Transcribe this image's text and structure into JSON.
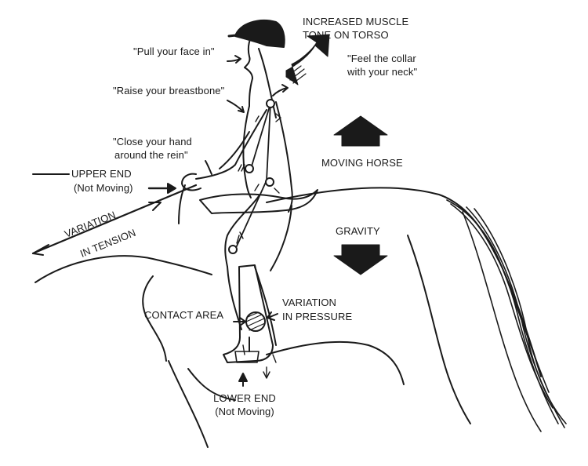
{
  "labels": {
    "increased_muscle_1": "INCREASED MUSCLE",
    "increased_muscle_2": "TONE ON TORSO",
    "pull_face": "\"Pull your face in\"",
    "feel_collar_1": "\"Feel the collar",
    "feel_collar_2": "with your neck\"",
    "raise_breastbone": "\"Raise your breastbone\"",
    "close_hand_1": "\"Close your hand",
    "close_hand_2": "around the rein\"",
    "moving_horse": "MOVING HORSE",
    "upper_end_1": "UPPER END",
    "upper_end_2": "(Not Moving)",
    "variation_1": "VARIATION",
    "variation_2": "IN TENSION",
    "gravity": "GRAVITY",
    "variation_pressure_1": "VARIATION",
    "variation_pressure_2": "IN PRESSURE",
    "contact_area": "CONTACT AREA",
    "lower_end_1": "LOWER END",
    "lower_end_2": "(Not Moving)"
  },
  "colors": {
    "ink": "#1a1a1a",
    "paper": "#ffffff"
  }
}
